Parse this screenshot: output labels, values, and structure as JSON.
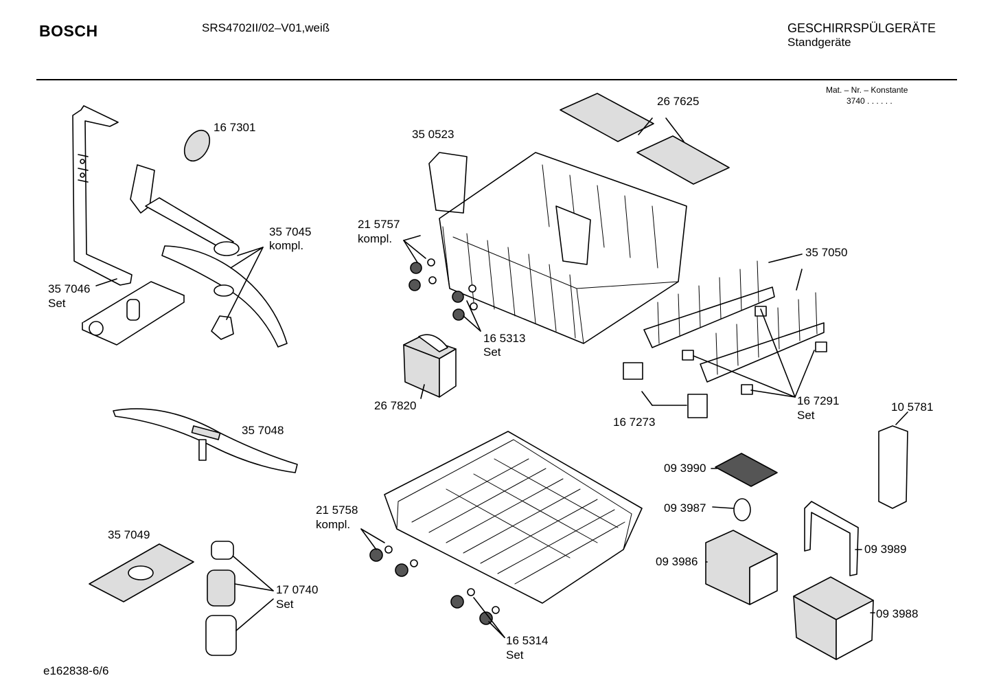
{
  "header": {
    "brand": "BOSCH",
    "model": "SRS4702II/02–V01,weiß",
    "category_line1": "GESCHIRRSPÜLGERÄTE",
    "category_line2": "Standgeräte",
    "mat_label": "Mat. – Nr. – Konstante",
    "mat_value": "3740  .  .  .  .  .  ."
  },
  "footer": {
    "drawing_id": "e162838-6/6"
  },
  "parts": {
    "p167301": "16 7301",
    "p357045": "35 7045",
    "p357045_note": "kompl.",
    "p357046": "35 7046",
    "p357046_note": "Set",
    "p350523": "35 0523",
    "p267625": "26 7625",
    "p215757": "21 5757",
    "p215757_note": "kompl.",
    "p165313": "16 5313",
    "p165313_note": "Set",
    "p357050": "35 7050",
    "p267820": "26 7820",
    "p167273": "16 7273",
    "p167291": "16 7291",
    "p167291_note": "Set",
    "p105781": "10 5781",
    "p357048": "35 7048",
    "p093990": "09 3990",
    "p093987": "09 3987",
    "p093986": "09 3986",
    "p093989": "09 3989",
    "p093988": "09 3988",
    "p215758": "21 5758",
    "p215758_note": "kompl.",
    "p357049": "35 7049",
    "p170740": "17 0740",
    "p170740_note": "Set",
    "p165314": "16 5314",
    "p165314_note": "Set"
  }
}
